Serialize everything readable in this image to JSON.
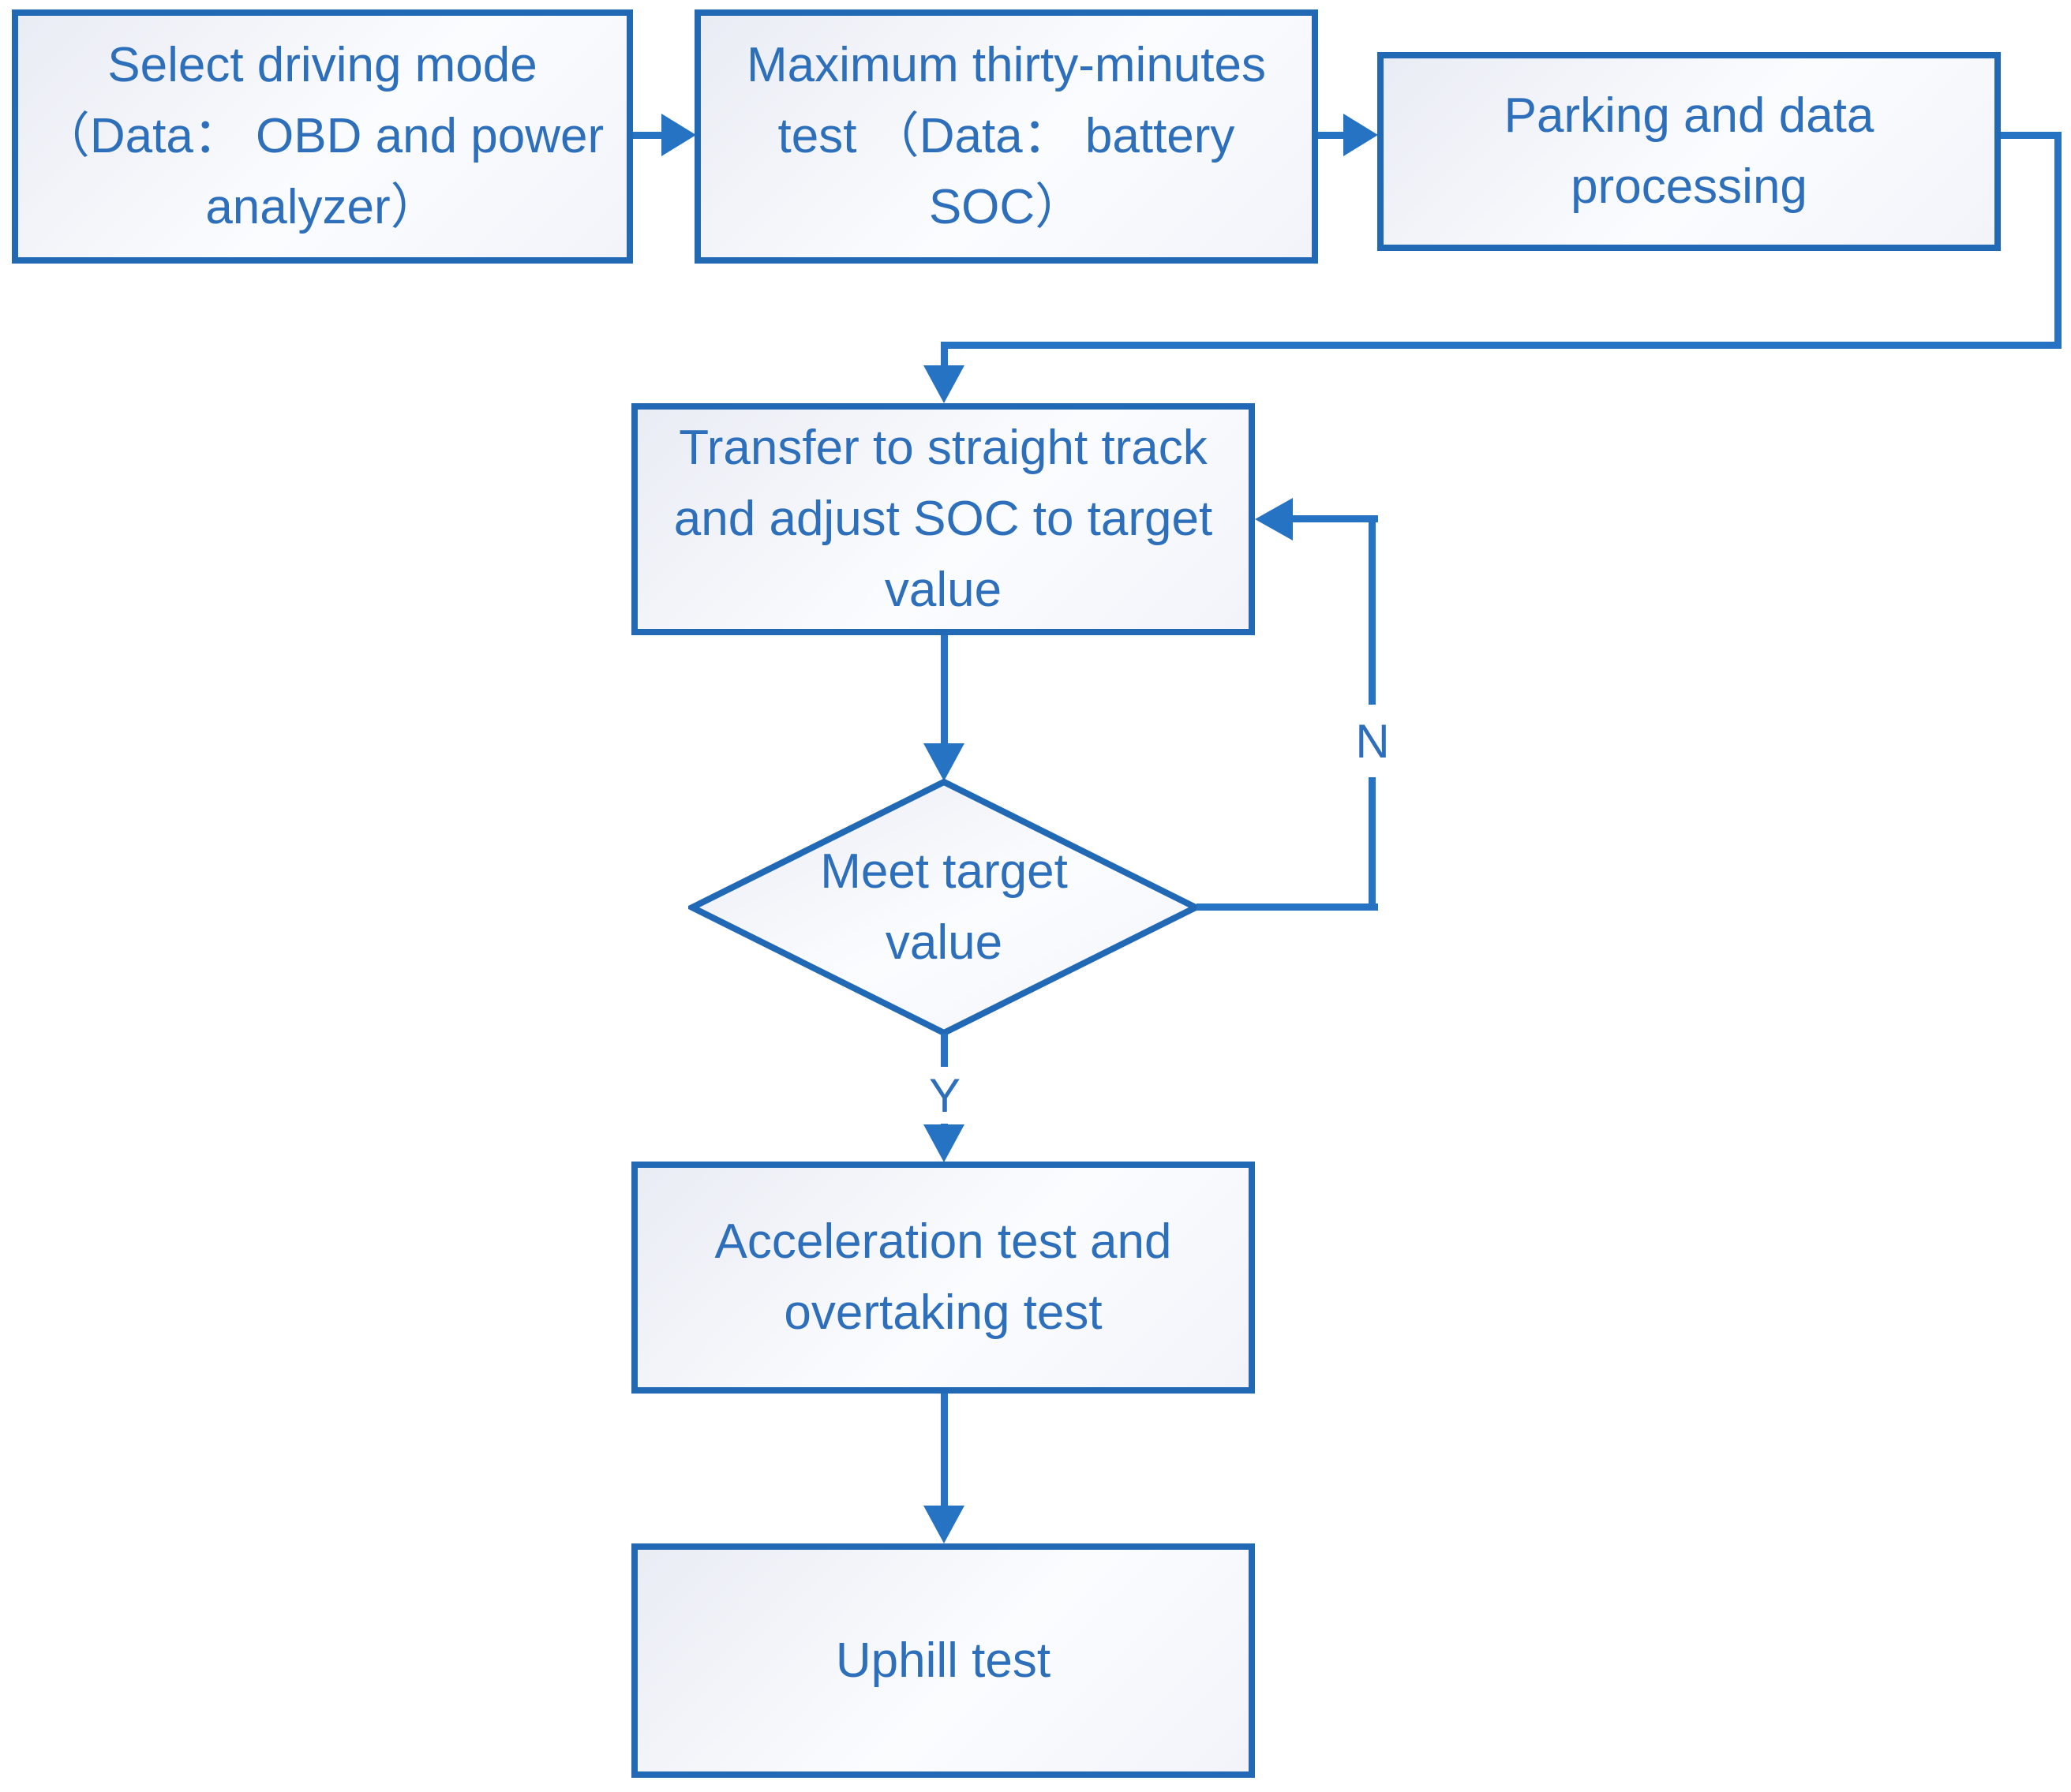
{
  "diagram": {
    "type": "flowchart",
    "nodes": {
      "select_mode": "Select driving mode\n（Data： OBD and power\nanalyzer）",
      "max_test": "Maximum thirty-minutes\ntest （Data： battery\nSOC）",
      "parking": "Parking and data\nprocessing",
      "transfer": "Transfer to straight track\nand adjust SOC to target\nvalue",
      "decision": "Meet target\nvalue",
      "acceleration": "Acceleration test and\novertaking test",
      "uphill": "Uphill test"
    },
    "labels": {
      "yes": "Y",
      "no": "N"
    }
  },
  "colors": {
    "line": "#2673c4",
    "border": "#2169b4",
    "text": "#2d6fba",
    "fill_start": "#e9ecf4",
    "fill_mid": "#fbfcfe",
    "fill_end": "#f2f4fa",
    "background": "#ffffff"
  }
}
